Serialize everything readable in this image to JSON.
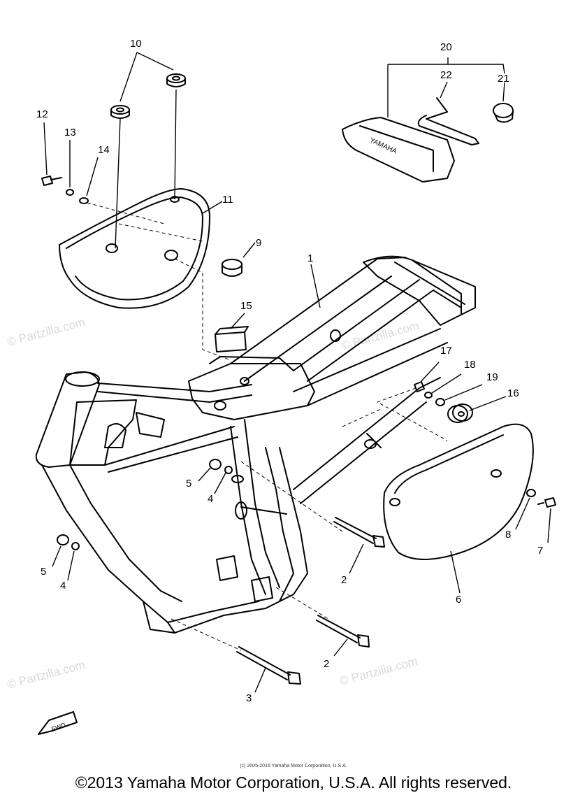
{
  "callouts": {
    "c1": "1",
    "c2a": "2",
    "c2b": "2",
    "c3": "3",
    "c4a": "4",
    "c4b": "4",
    "c5a": "5",
    "c5b": "5",
    "c6": "6",
    "c7": "7",
    "c8": "8",
    "c9": "9",
    "c10": "10",
    "c11": "11",
    "c12": "12",
    "c13": "13",
    "c14": "14",
    "c15": "15",
    "c16": "16",
    "c17": "17",
    "c18": "18",
    "c19": "19",
    "c20": "20",
    "c21": "21",
    "c22": "22"
  },
  "watermark": "© Partzilla.com",
  "tool_bag_label": "YAMAHA",
  "fwd_label": "FWD",
  "copyright_small": "(c) 2005-2016 Yamaha Motor Corporation, U.S.A.",
  "copyright_main": "©2013 Yamaha Motor Corporation, U.S.A. All rights reserved."
}
